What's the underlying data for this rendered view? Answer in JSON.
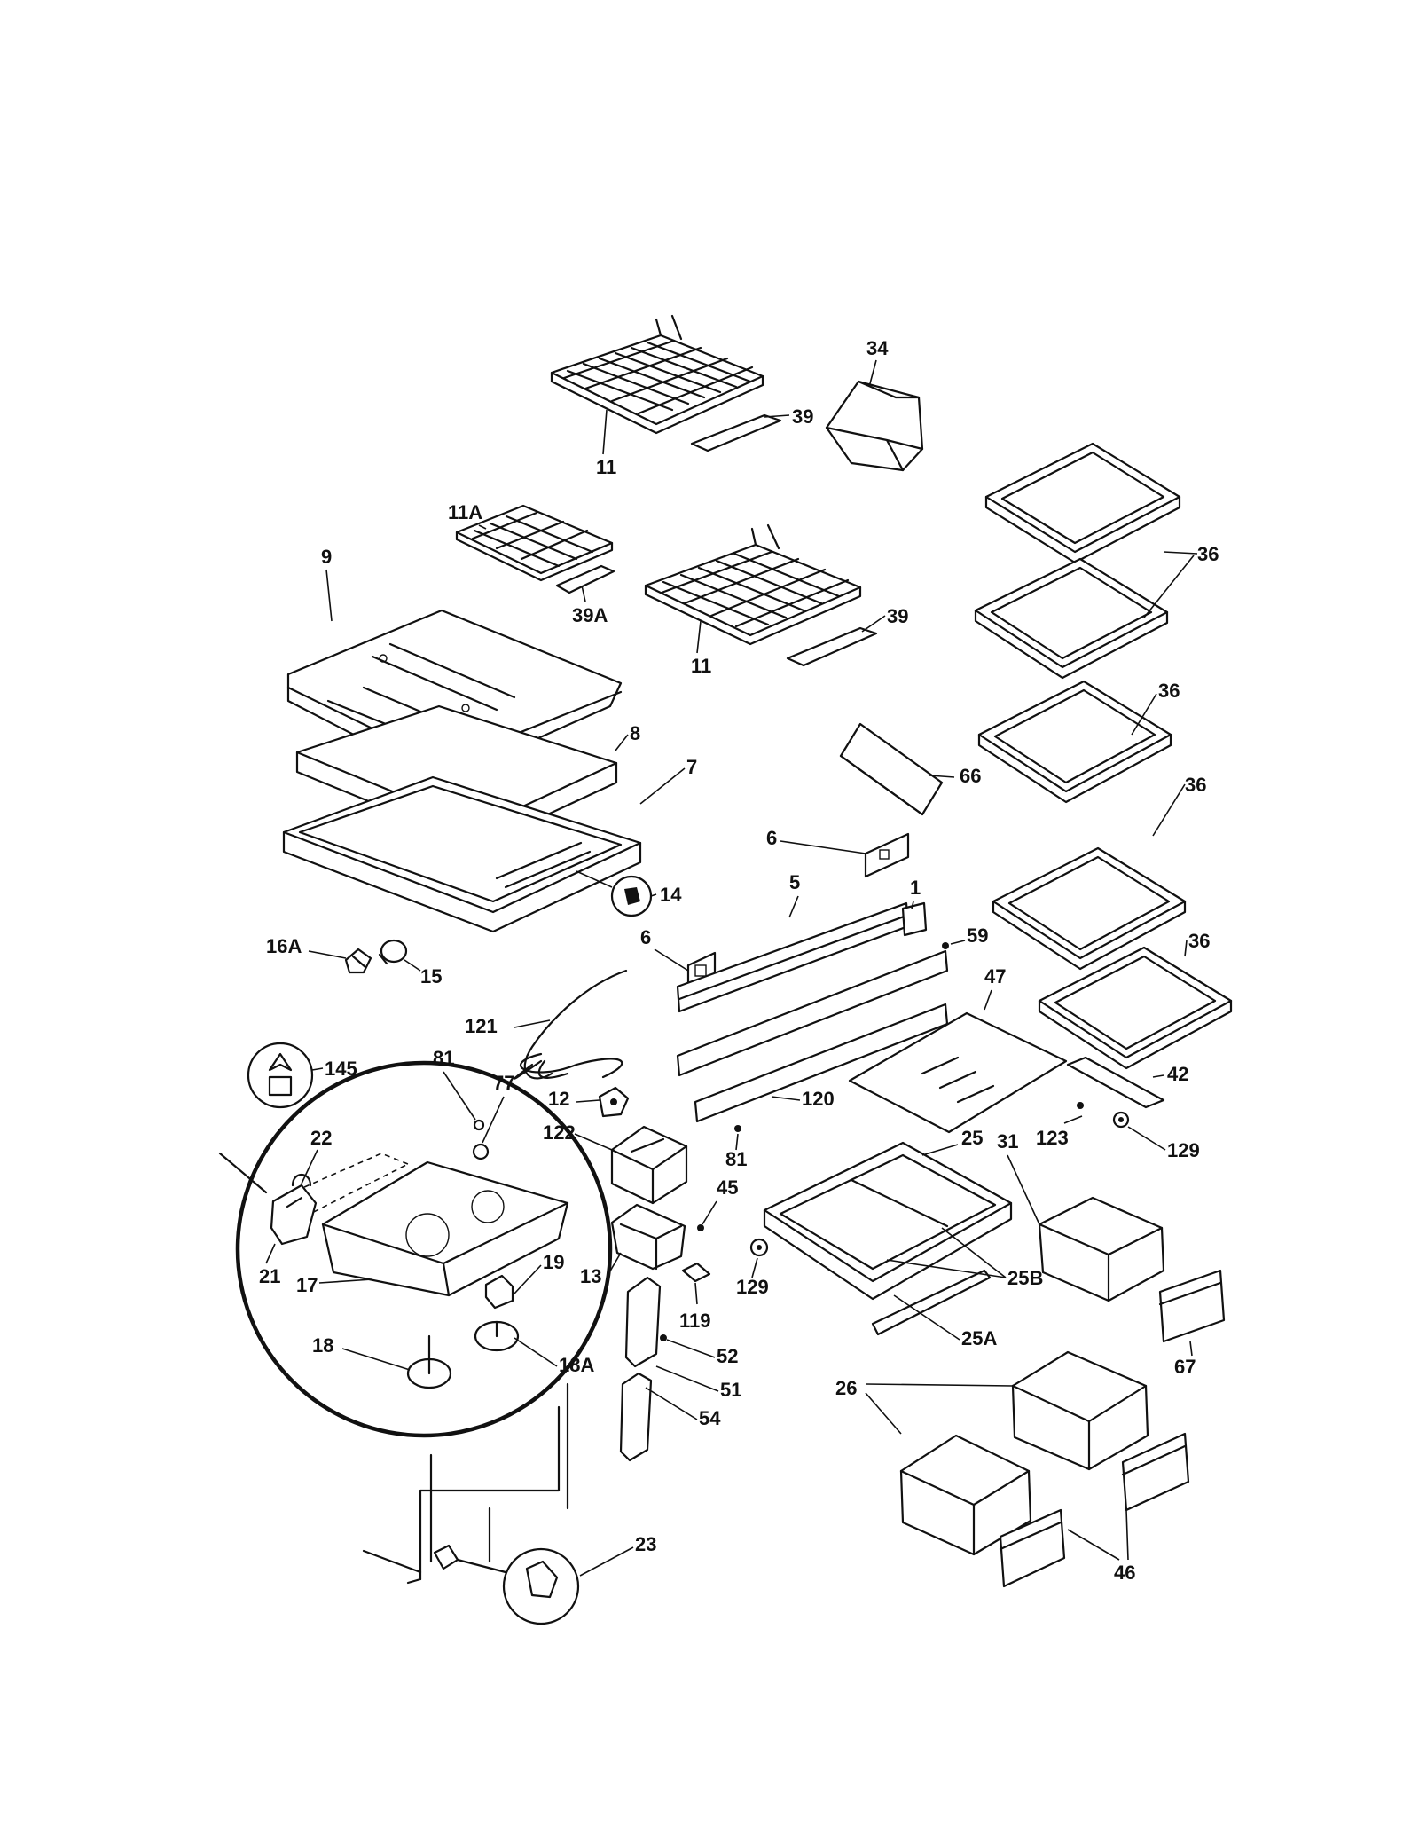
{
  "labels": {
    "l_34": "34",
    "l_39_top": "39",
    "l_11_top": "11",
    "l_11A": "11A",
    "l_39A": "39A",
    "l_11_mid": "11",
    "l_39_mid": "39",
    "l_9": "9",
    "l_8": "8",
    "l_7": "7",
    "l_14": "14",
    "l_16A": "16A",
    "l_15": "15",
    "l_36_a": "36",
    "l_36_b": "36",
    "l_36_c": "36",
    "l_36_d": "36",
    "l_66": "66",
    "l_6_a": "6",
    "l_6_b": "6",
    "l_5": "5",
    "l_1": "1",
    "l_59": "59",
    "l_47": "47",
    "l_121": "121",
    "l_145": "145",
    "l_81_a": "81",
    "l_77": "77",
    "l_12": "12",
    "l_120": "120",
    "l_42": "42",
    "l_123": "123",
    "l_129_a": "129",
    "l_122": "122",
    "l_81_b": "81",
    "l_45": "45",
    "l_25": "25",
    "l_31": "31",
    "l_22": "22",
    "l_21": "21",
    "l_17": "17",
    "l_19": "19",
    "l_13": "13",
    "l_129_b": "129",
    "l_25B": "25B",
    "l_119": "119",
    "l_52": "52",
    "l_25A": "25A",
    "l_67": "67",
    "l_18": "18",
    "l_18A": "18A",
    "l_51": "51",
    "l_26": "26",
    "l_54": "54",
    "l_23": "23",
    "l_46": "46"
  },
  "icons": [
    "plant-icon"
  ]
}
